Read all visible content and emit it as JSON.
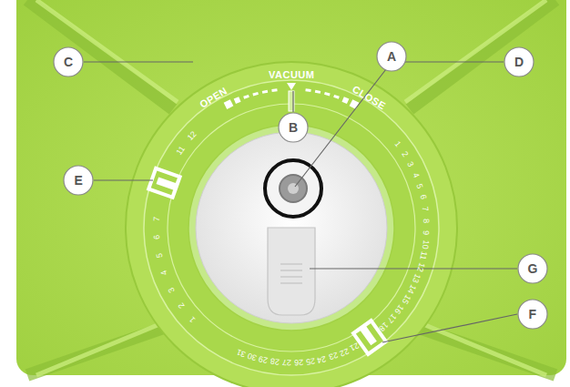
{
  "diagram": {
    "labels": [
      "OPEN",
      "VACUUM",
      "CLOSE",
      "A",
      "B",
      "C",
      "D",
      "E",
      "F",
      "G",
      "1",
      "2",
      "3",
      "4",
      "5",
      "6",
      "7",
      "11",
      "12",
      "1",
      "2",
      "3",
      "4",
      "5",
      "6",
      "7",
      "8",
      "9",
      "10",
      "11",
      "12",
      "13",
      "14",
      "15",
      "16",
      "17",
      "18",
      "21",
      "22",
      "23",
      "24",
      "25",
      "26",
      "27",
      "28",
      "29",
      "30",
      "31"
    ]
  }
}
